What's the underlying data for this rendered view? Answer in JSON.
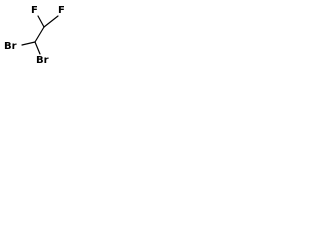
{
  "molecule": {
    "atoms": {
      "f_top_left": "F",
      "f_top_right": "F",
      "br_bottom_left": "Br",
      "br_bottom_right": "Br"
    }
  },
  "colors": {
    "bond": "#000000",
    "atom_text": "#000000",
    "background": "#ffffff"
  }
}
